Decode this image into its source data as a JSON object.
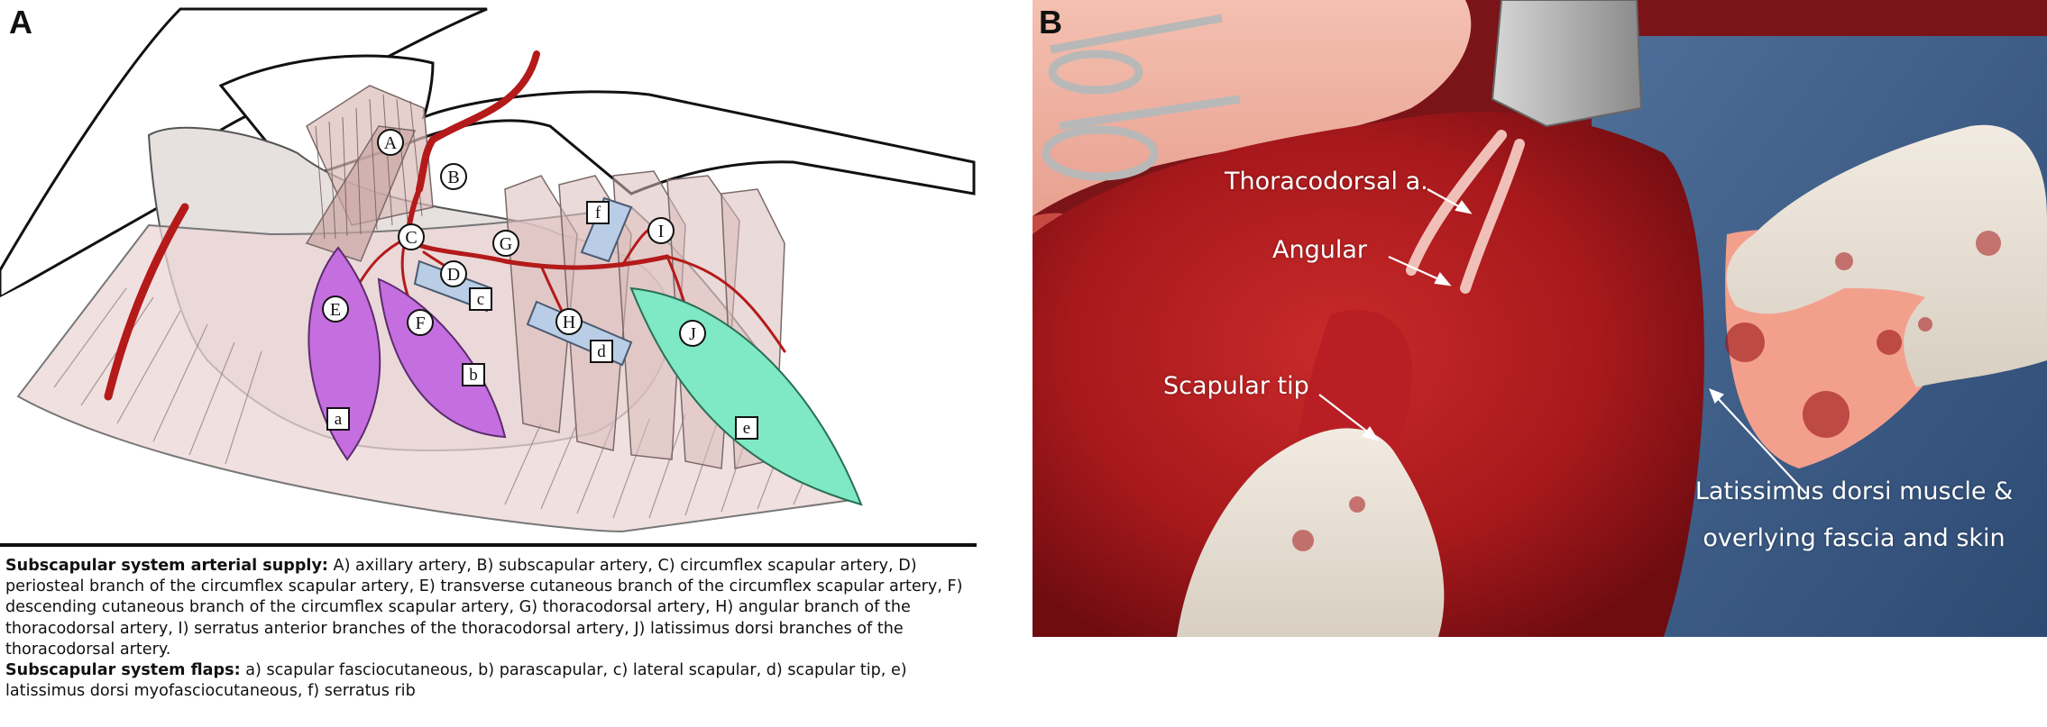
{
  "panels": {
    "a_letter": "A",
    "b_letter": "B"
  },
  "diagram": {
    "artery_labels": [
      "A",
      "B",
      "C",
      "D",
      "E",
      "F",
      "G",
      "H",
      "I",
      "J"
    ],
    "flap_labels": [
      "a",
      "b",
      "c",
      "d",
      "e",
      "f"
    ]
  },
  "caption": {
    "arterial_heading": "Subscapular system arterial supply:",
    "arterial_text": " A) axillary artery, B) subscapular artery, C) circumflex scapular artery, D) periosteal branch of the circumflex scapular artery, E) transverse cutaneous branch of the circumflex scapular artery, F) descending cutaneous branch of the circumflex scapular artery, G) thoracodorsal artery, H) angular branch of the thoracodorsal artery, I) serratus anterior branches of the thoracodorsal artery, J) latissimus dorsi branches of the thoracodorsal artery.",
    "flaps_heading": "Subscapular system flaps:",
    "flaps_text": " a) scapular fasciocutaneous, b) parascapular, c) lateral scapular, d) scapular tip, e) latissimus dorsi myofasciocutaneous, f) serratus rib"
  },
  "photo": {
    "label_thoracodorsal": "Thoracodorsal a.",
    "label_angular": "Angular",
    "label_scapular_tip": "Scapular tip",
    "label_latissimus": "Latissimus dorsi muscle & overlying fascia and skin"
  },
  "colors": {
    "artery": "#b41a1a",
    "flap_purple": "#c56ee0",
    "flap_green": "#7fe8c4",
    "flap_blue": "#b9cde6",
    "muscle": "#d9b3b0",
    "tissue_red": "#a8191c"
  }
}
